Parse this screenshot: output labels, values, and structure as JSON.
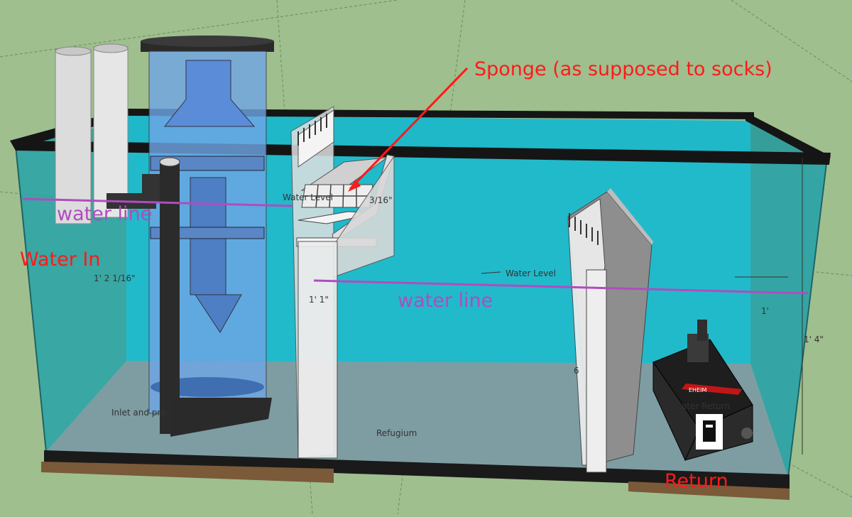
{
  "colors": {
    "background": "#9fbf8e",
    "water": "#1fb8c8",
    "glass_side": "#2a9a9a",
    "annotation_red": "#ff1a1a",
    "waterline_purple": "#b04cc0",
    "floor": "#8f9496",
    "rim": "#151515"
  },
  "annotations": {
    "sponge": "Sponge (as supposed to socks)",
    "water_line_left": "water line",
    "water_line_center": "water line",
    "water_in": "Water In",
    "return": "Return"
  },
  "dimension_labels": {
    "left_height": "1' 2 1/16\"",
    "baffle_height": "1' 1\"",
    "right_inner": "1'",
    "right_outer": "1' 4\"",
    "baffle_six": "6",
    "sponge_tray": "3/16\""
  },
  "model_labels": {
    "water_level_top": "Water Level",
    "water_level_mid": "Water Level",
    "refugium": "Refugium",
    "inlet": "Inlet and pro",
    "water_return": "ater Return"
  },
  "pump_brand": "EHEIM"
}
